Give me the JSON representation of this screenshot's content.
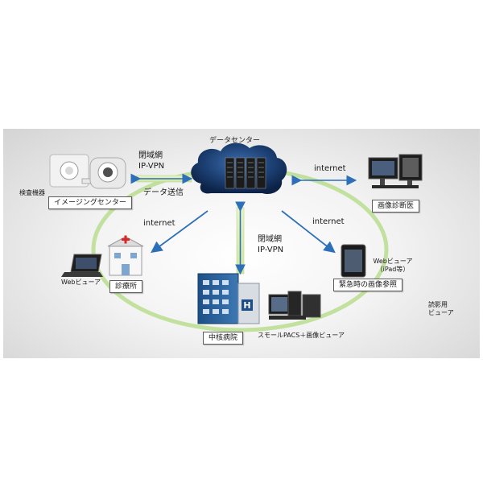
{
  "datacenter": {
    "title": "データセンター"
  },
  "links": {
    "closed_net_top": "閉域網",
    "ipvpn_top": "IP-VPN",
    "data_transfer": "データ送信",
    "internet_right_top": "internet",
    "internet_left": "internet",
    "internet_right": "internet",
    "closed_net_mid": "閉域網",
    "ipvpn_mid": "IP-VPN"
  },
  "sites": {
    "imaging_center": "イメージングセンター",
    "exam_equipment": "検査機器",
    "clinic": "診療所",
    "web_viewer_left": "Webビューア",
    "core_hospital": "中核病院",
    "small_pacs": "スモールPACS＋画像ビューア",
    "reading_clinic": "画像診断医",
    "emergency_ref": "緊急時の画像参照",
    "web_viewer_ipad_1": "Webビューア",
    "web_viewer_ipad_2": "（iPad等）",
    "reading_viewer_1": "読影用",
    "reading_viewer_2": "ビューア"
  },
  "colors": {
    "arrow_blue": "#2d6fb8",
    "ring_green": "#b9dd8e",
    "cloud_dark": "#0f2a52",
    "cloud_mid": "#2c5a94"
  }
}
